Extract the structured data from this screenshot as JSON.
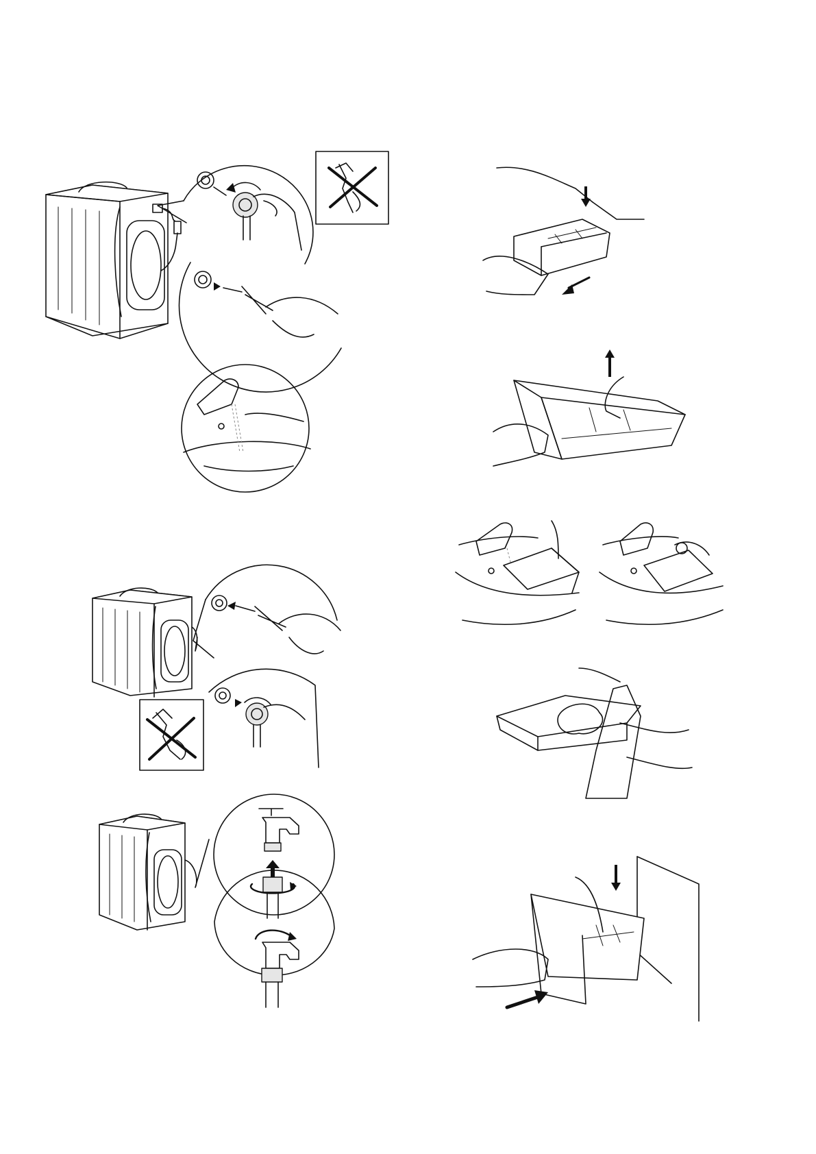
{
  "document": {
    "type": "wordless-instruction-illustrations",
    "left_column": {
      "inlet_filter_removal": {
        "steps": [
          {
            "icon": "hose-unscrew-icon",
            "action": "unscrew"
          },
          {
            "icon": "pliers-pull-filter-icon",
            "action": "pull-out-filter"
          },
          {
            "icon": "rinse-under-tap-icon",
            "action": "rinse"
          }
        ],
        "prohibited": "pliers-prohibited-icon"
      },
      "inlet_filter_refit": {
        "steps": [
          {
            "icon": "pliers-insert-filter-icon",
            "action": "insert-filter"
          },
          {
            "icon": "hose-screw-on-icon",
            "action": "screw-on"
          }
        ],
        "prohibited": "pliers-prohibited-icon"
      },
      "tap_connection": {
        "steps": [
          {
            "icon": "hose-to-tap-icon",
            "action": "connect"
          },
          {
            "icon": "open-tap-icon",
            "action": "open-tap"
          }
        ]
      }
    },
    "right_column": {
      "dispenser_cleaning": {
        "steps": [
          {
            "icon": "drawer-pull-out-icon",
            "action": "press-and-pull"
          },
          {
            "icon": "siphon-lift-icon",
            "action": "remove-insert"
          },
          {
            "icon": "drawer-rinse-icon",
            "action": "rinse"
          },
          {
            "icon": "drawer-brush-icon",
            "action": "rinse-insert"
          },
          {
            "icon": "drawer-wipe-icon",
            "action": "clean"
          },
          {
            "icon": "drawer-push-in-icon",
            "action": "push-back"
          }
        ]
      }
    },
    "colors": {
      "line": "#111111",
      "fill": "#ffffff",
      "shade": "#e6e6e6"
    }
  }
}
